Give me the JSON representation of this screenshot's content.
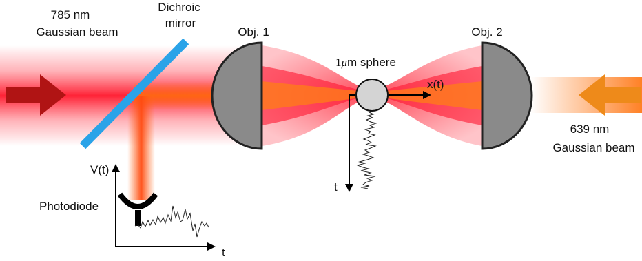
{
  "labels": {
    "beam_785_line1": "785 nm",
    "beam_785_line2": "Gaussian beam",
    "dichroic_line1": "Dichroic",
    "dichroic_line2": "mirror",
    "obj1": "Obj. 1",
    "obj2": "Obj. 2",
    "sphere_prefix": "1",
    "sphere_mu": "μ",
    "sphere_suffix": "m sphere",
    "x_of_t": "x(t)",
    "t_sphere": "t",
    "v_of_t": "V(t)",
    "t_photodiode": "t",
    "photodiode": "Photodiode",
    "beam_639_line1": "639 nm",
    "beam_639_line2": "Gaussian beam"
  },
  "colors": {
    "beam_785": "#ff1a2e",
    "beam_639": "#ff7a1a",
    "arrow_785": "#b01414",
    "arrow_639": "#ee8a1a",
    "mirror": "#2aa3e8",
    "objective": "#8a8a8a",
    "sphere": "#d4d4d4"
  }
}
